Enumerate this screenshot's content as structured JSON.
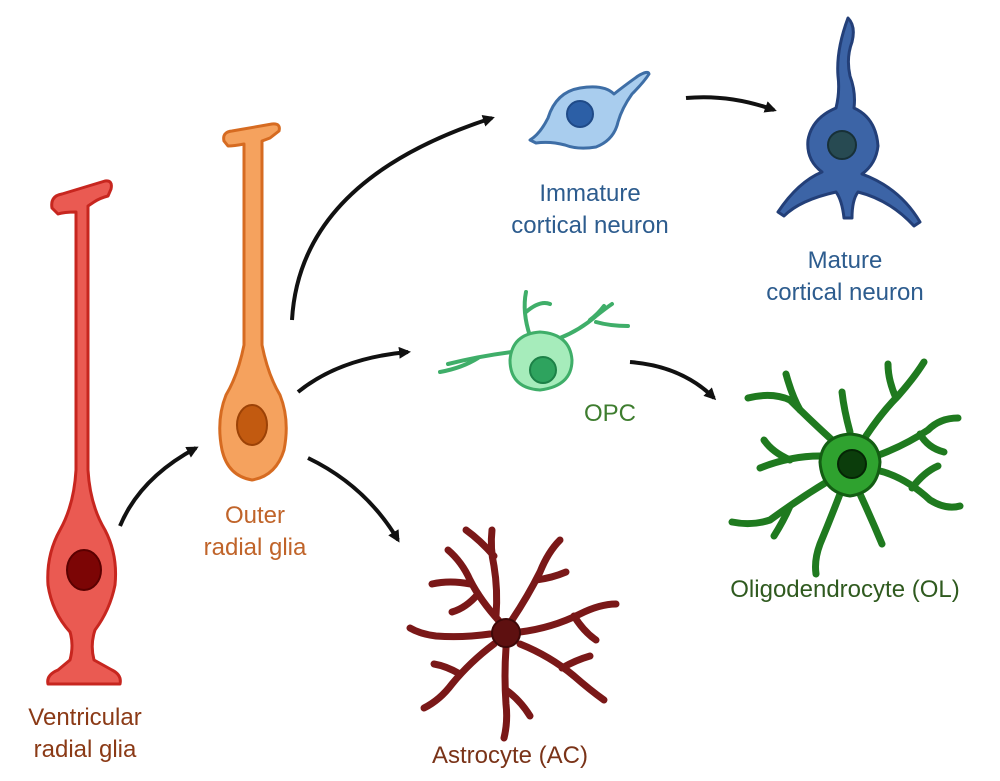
{
  "labels": {
    "ventricular": {
      "line1": "Ventricular",
      "line2": "radial glia"
    },
    "outer": {
      "line1": "Outer",
      "line2": "radial glia"
    },
    "immature": {
      "line1": "Immature",
      "line2": "cortical neuron"
    },
    "mature": {
      "line1": "Mature",
      "line2": "cortical neuron"
    },
    "opc": {
      "line1": "OPC"
    },
    "oligodendrocyte": {
      "line1": "Oligodendrocyte (OL)"
    },
    "astrocyte": {
      "line1": "Astrocyte (AC)"
    }
  },
  "colors": {
    "ventricular_label": "#8b3a16",
    "outer_label": "#c0642a",
    "neuron_label": "#2d5c8e",
    "opc_label": "#3e7d2f",
    "oligo_label": "#2f5a1f",
    "astro_label": "#7a3318",
    "arrow": "#111111"
  },
  "icons": [
    "ventricular-radial-glia-cell-icon",
    "outer-radial-glia-cell-icon",
    "immature-neuron-cell-icon",
    "mature-neuron-cell-icon",
    "opc-cell-icon",
    "oligodendrocyte-cell-icon",
    "astrocyte-cell-icon"
  ]
}
